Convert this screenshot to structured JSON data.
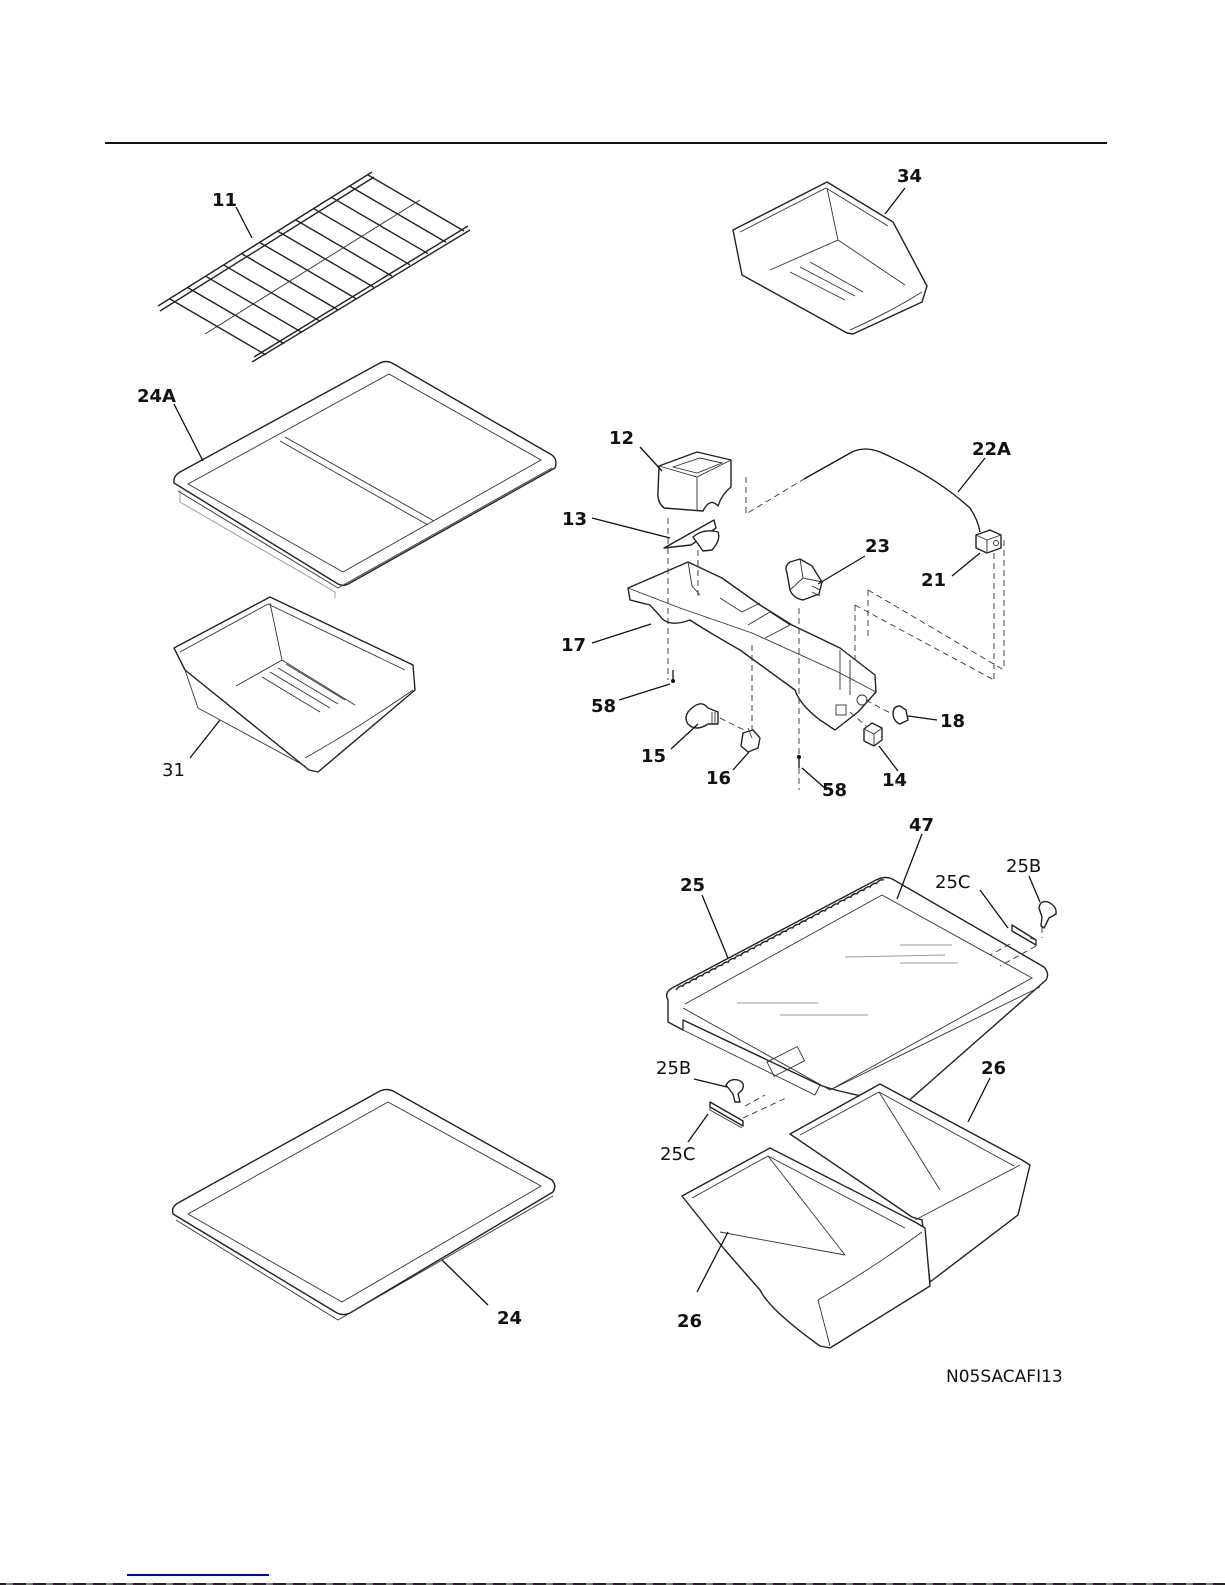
{
  "document": {
    "type": "exploded parts diagram",
    "drawing_code": "N05SACAFI13",
    "colors": {
      "ink": "#111111",
      "link": "#0000cc",
      "background": "#ffffff"
    }
  },
  "callouts": {
    "c11": "11",
    "c24A": "24A",
    "c31": "31",
    "c34": "34",
    "c12": "12",
    "c22A": "22A",
    "c13": "13",
    "c23": "23",
    "c21": "21",
    "c17": "17",
    "c58a": "58",
    "c58b": "58",
    "c18": "18",
    "c15": "15",
    "c16": "16",
    "c14": "14",
    "c47": "47",
    "c25": "25",
    "c25B_top": "25B",
    "c25C_top": "25C",
    "c25B_bottom": "25B",
    "c25C_bottom": "25C",
    "c26_top": "26",
    "c26_bottom": "26",
    "c24": "24"
  },
  "parts": [
    {
      "number": "11",
      "depicts": "wire shelf"
    },
    {
      "number": "24A",
      "depicts": "glass shelf with divider"
    },
    {
      "number": "31",
      "depicts": "drawer"
    },
    {
      "number": "34",
      "depicts": "bin"
    },
    {
      "number": "12",
      "depicts": "light shield"
    },
    {
      "number": "13",
      "depicts": "diffuser"
    },
    {
      "number": "17",
      "depicts": "control housing"
    },
    {
      "number": "22A",
      "depicts": "capillary / sensor wire"
    },
    {
      "number": "21",
      "depicts": "thermostat"
    },
    {
      "number": "23",
      "depicts": "timer"
    },
    {
      "number": "58",
      "depicts": "screw"
    },
    {
      "number": "15",
      "depicts": "light bulb"
    },
    {
      "number": "16",
      "depicts": "lamp socket"
    },
    {
      "number": "14",
      "depicts": "switch"
    },
    {
      "number": "18",
      "depicts": "knob"
    },
    {
      "number": "25",
      "depicts": "crisper cover frame"
    },
    {
      "number": "47",
      "depicts": "glass insert"
    },
    {
      "number": "25B",
      "depicts": "humidity control slide"
    },
    {
      "number": "25C",
      "depicts": "slide housing"
    },
    {
      "number": "26",
      "depicts": "crisper pan"
    },
    {
      "number": "24",
      "depicts": "glass shelf"
    }
  ]
}
